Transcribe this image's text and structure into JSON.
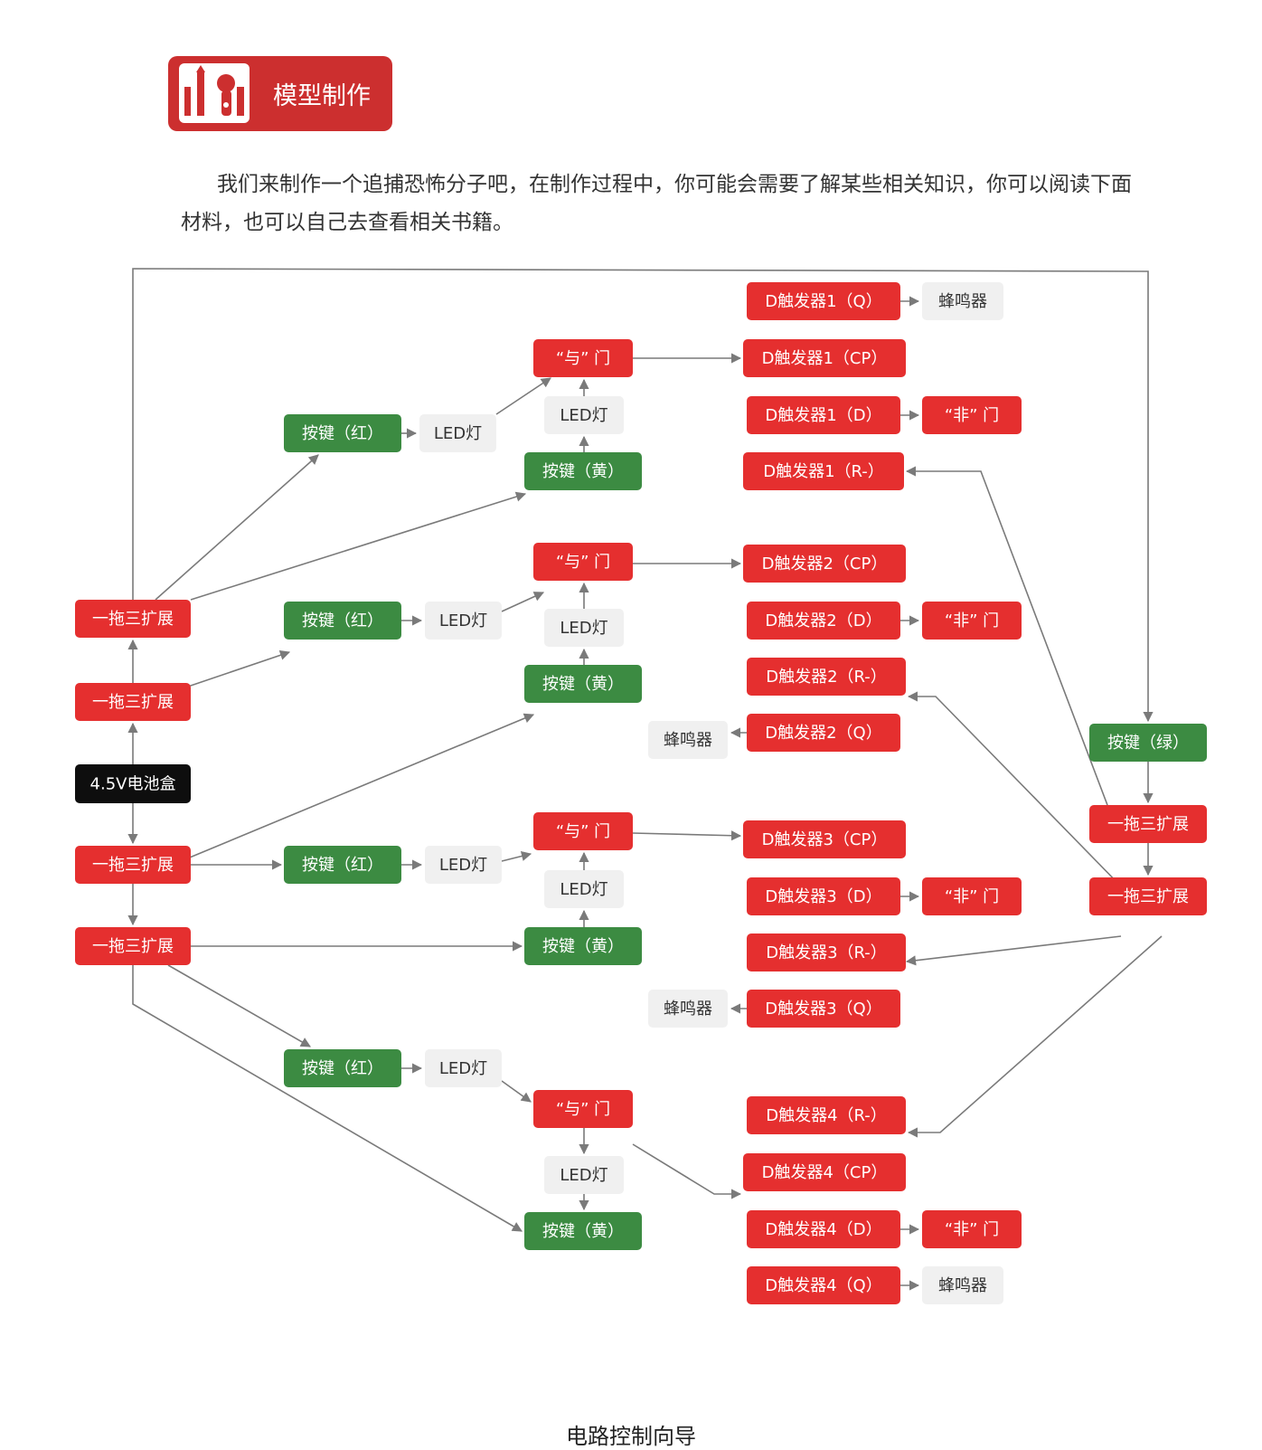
{
  "header": {
    "title": "模型制作",
    "icon": "tools-icon"
  },
  "intro": "我们来制作一个追捕恐怖分子吧，在制作过程中，你可能会需要了解某些相关知识，你可以阅读下面材料，也可以自己去查看相关书籍。",
  "caption": "电路控制向导",
  "colors": {
    "red": "#e52f2f",
    "green": "#3c8b42",
    "gray": "#f0f0f0",
    "black": "#0e0e0e",
    "banner": "#cc2f2f",
    "edge": "#7a7a7a"
  },
  "labels": {
    "ext": "一拖三扩展",
    "battery": "4.5V电池盒",
    "btn_red": "按键（红）",
    "btn_yellow": "按键（黄）",
    "btn_green": "按键（绿）",
    "led": "LED灯",
    "and": "“与” 门",
    "not": "“非” 门",
    "buzzer": "蜂鸣器",
    "d1q": "D触发器1（Q）",
    "d1cp": "D触发器1（CP）",
    "d1d": "D触发器1（D）",
    "d1r": "D触发器1（R-）",
    "d2q": "D触发器2（Q）",
    "d2cp": "D触发器2（CP）",
    "d2d": "D触发器2（D）",
    "d2r": "D触发器2（R-）",
    "d3q": "D触发器3（Q）",
    "d3cp": "D触发器3（CP）",
    "d3d": "D触发器3（D）",
    "d3r": "D触发器3（R-）",
    "d4q": "D触发器4（Q）",
    "d4cp": "D触发器4（CP）",
    "d4d": "D触发器4（D）",
    "d4r": "D触发器4（R-）"
  }
}
